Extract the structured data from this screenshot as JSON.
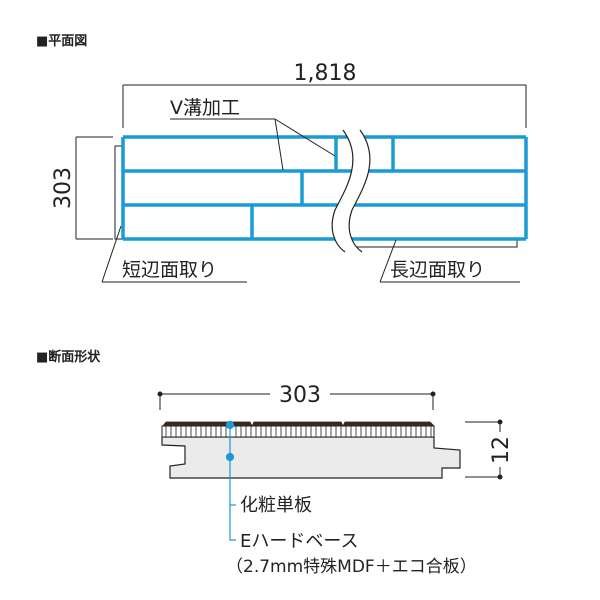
{
  "plan_view": {
    "heading": "■平面図",
    "length_dim": "1,818",
    "width_dim": "303",
    "groove_label": "V溝加工",
    "short_edge_label": "短辺面取り",
    "long_edge_label": "長辺面取り"
  },
  "section_view": {
    "heading": "■断面形状",
    "width_dim": "303",
    "thickness_dim": "12",
    "layer1_label": "化粧単板",
    "layer2_label": "Eハードベース",
    "layer2_detail": "（2.7mm特殊MDF＋エコ合板）"
  },
  "colors": {
    "groove": "#1a9ad6",
    "line": "#222222",
    "base": "#ebebeb"
  }
}
